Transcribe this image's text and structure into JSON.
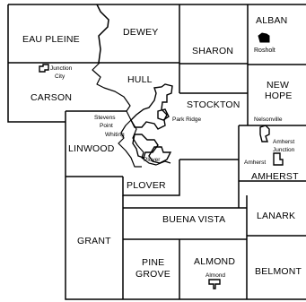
{
  "map": {
    "towns": {
      "eau_pleine": "EAU PLEINE",
      "dewey": "DEWEY",
      "sharon": "SHARON",
      "alban": "ALBAN",
      "carson": "CARSON",
      "hull": "HULL",
      "stockton": "STOCKTON",
      "new_hope_1": "NEW",
      "new_hope_2": "HOPE",
      "linwood": "LINWOOD",
      "plover": "PLOVER",
      "amherst": "AMHERST",
      "buena_vista": "BUENA VISTA",
      "lanark": "LANARK",
      "grant": "GRANT",
      "pine_grove_1": "PINE",
      "pine_grove_2": "GROVE",
      "almond": "ALMOND",
      "belmont": "BELMONT"
    },
    "places": {
      "rosholt": "Rosholt",
      "junction_city_1": "Junction",
      "junction_city_2": "City",
      "stevens_point_1": "Stevens",
      "stevens_point_2": "Point",
      "whiting": "Whiting",
      "park_ridge": "Park Ridge",
      "plover": "Plover",
      "nelsonville": "Nelsonville",
      "amherst_junction_1": "Amherst",
      "amherst_junction_2": "Junction",
      "amherst": "Amherst",
      "almond": "Almond"
    }
  }
}
